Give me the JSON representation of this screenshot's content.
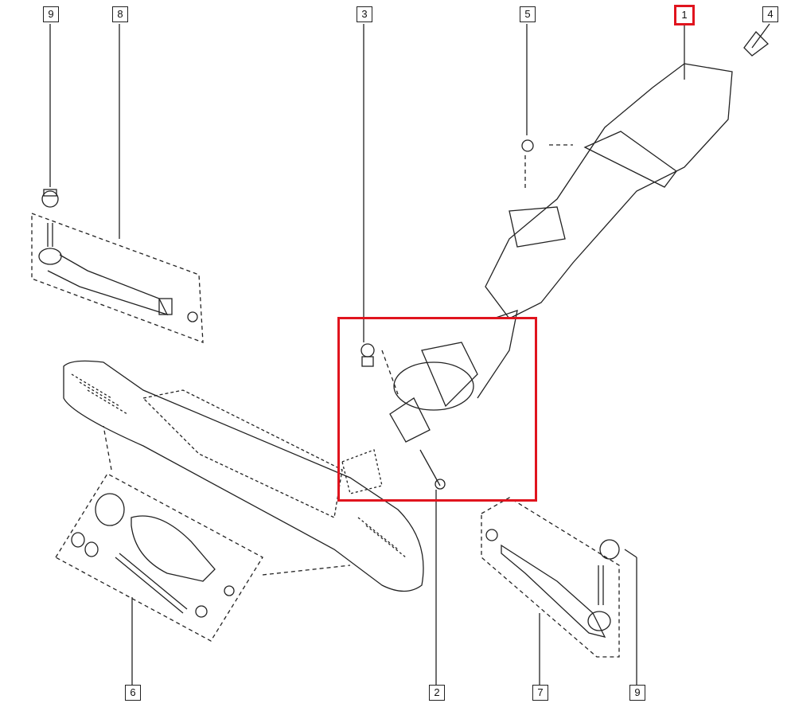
{
  "diagram": {
    "callouts": [
      {
        "id": "c9a",
        "label": "9"
      },
      {
        "id": "c8",
        "label": "8"
      },
      {
        "id": "c3",
        "label": "3"
      },
      {
        "id": "c5",
        "label": "5"
      },
      {
        "id": "c1",
        "label": "1",
        "highlighted": true
      },
      {
        "id": "c4",
        "label": "4"
      },
      {
        "id": "c6",
        "label": "6"
      },
      {
        "id": "c2",
        "label": "2"
      },
      {
        "id": "c7",
        "label": "7"
      },
      {
        "id": "c9b",
        "label": "9"
      }
    ],
    "highlight_color": "#e0141e"
  }
}
